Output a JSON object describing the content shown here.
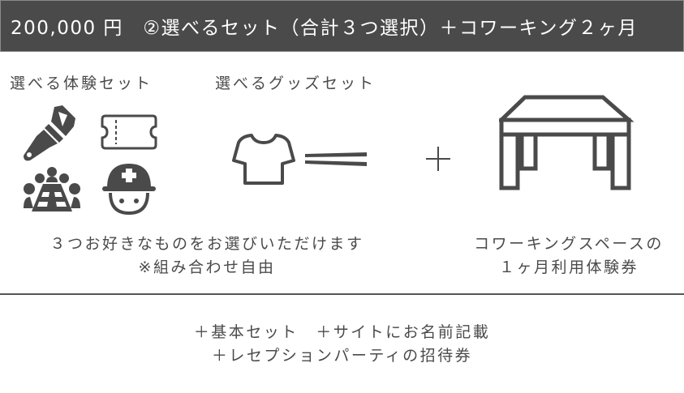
{
  "header": {
    "title": "200,000 円　②選べるセット（合計３つ選択）＋コワーキング２ヶ月",
    "background_color": "#4a4a4a",
    "text_color": "#ffffff"
  },
  "sections": {
    "experience_set": {
      "label": "選べる体験セット",
      "icons": [
        "paintbrush-icon",
        "ticket-icon",
        "meeting-icon",
        "helmet-icon"
      ]
    },
    "goods_set": {
      "label": "選べるグッズセット",
      "icons": [
        "tshirt-icon",
        "chopsticks-icon"
      ]
    },
    "plus_sign": "＋",
    "coworking": {
      "icons": [
        "desk-icon"
      ]
    }
  },
  "captions": {
    "choose_line1": "３つお好きなものをお選びいただけます",
    "choose_line2": "※組み合わせ自由",
    "coworking_line1": "コワーキングスペースの",
    "coworking_line2": "１ヶ月利用体験券"
  },
  "extras": {
    "line1": "＋基本セット　＋サイトにお名前記載",
    "line2": "＋レセプションパーティの招待券"
  },
  "colors": {
    "icon": "#4a4a4a",
    "text": "#4a4a4a",
    "divider": "#555555"
  }
}
